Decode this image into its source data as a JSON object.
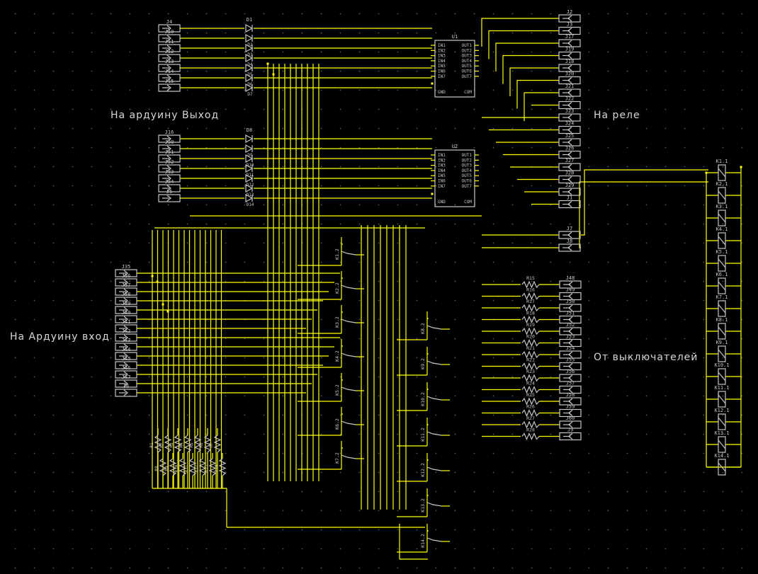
{
  "colors": {
    "wire": "#ffff00",
    "part": "#c8c8c8",
    "background": "#000000",
    "pin": "#ffff00"
  },
  "labels": {
    "arduino_out": "На ардуину Выход",
    "relay": "На реле",
    "arduino_in": "На Ардуину вход",
    "switches": "От выключателей"
  },
  "connectors_out_group1": [
    "J4",
    "J10",
    "J11",
    "J12",
    "J13",
    "J14",
    "J15"
  ],
  "connectors_out_group2": [
    "J16",
    "J30",
    "J31",
    "J32",
    "J33",
    "J34",
    "J5"
  ],
  "diode_arrays": [
    {
      "ref": "D1",
      "parts": [
        "D2",
        "D3",
        "D4",
        "D5",
        "D6",
        "D7"
      ]
    },
    {
      "ref": "D8",
      "parts": [
        "D9",
        "D10",
        "D11",
        "D12",
        "D13",
        "D14"
      ]
    }
  ],
  "drivers": [
    {
      "ref": "U1",
      "inputs": [
        "IN1",
        "IN2",
        "IN3",
        "IN4",
        "IN5",
        "IN6",
        "IN7"
      ],
      "outputs": [
        "OUT1",
        "OUT2",
        "OUT3",
        "OUT4",
        "OUT5",
        "OUT6",
        "OUT7"
      ],
      "gnd": "GND",
      "com": "COM"
    },
    {
      "ref": "U2",
      "inputs": [
        "IN1",
        "IN2",
        "IN3",
        "IN4",
        "IN5",
        "IN6",
        "IN7"
      ],
      "outputs": [
        "OUT1",
        "OUT2",
        "OUT3",
        "OUT4",
        "OUT5",
        "OUT6",
        "OUT7"
      ],
      "gnd": "GND",
      "com": "COM"
    }
  ],
  "relay_connectors": [
    "J2",
    "J3",
    "J17",
    "J19",
    "J18",
    "J20",
    "J21",
    "J22",
    "J23",
    "J24",
    "J25",
    "J26",
    "J27",
    "J28",
    "J29",
    "J1"
  ],
  "power_connectors": [
    "J7",
    "J8"
  ],
  "input_connectors": [
    "J35",
    "J36",
    "J37",
    "J38",
    "J39",
    "J40",
    "J41",
    "J42",
    "J43",
    "J44",
    "J45",
    "J46",
    "J47",
    "J6"
  ],
  "switch_resistors": [
    "R15",
    "R16",
    "R17",
    "R18",
    "R19",
    "R20",
    "R21",
    "R22",
    "R23",
    "R24",
    "R25",
    "R26",
    "R27",
    "R28"
  ],
  "switch_connectors": [
    "J48",
    "J49",
    "J50",
    "J51",
    "J52",
    "J53",
    "J54",
    "J55",
    "J56",
    "J57",
    "J58",
    "J59",
    "J60",
    "J9"
  ],
  "relay_coils": [
    "K1.1",
    "K2.1",
    "K3.1",
    "K4.1",
    "K5.1",
    "K6.1",
    "K7.1",
    "K8.1",
    "K9.1",
    "K10.1",
    "K11.1",
    "K12.1",
    "K13.1",
    "K14.1"
  ],
  "relay_contacts_a": [
    "K1.2",
    "K2.2",
    "K3.2",
    "K4.2",
    "K5.2",
    "K6.2",
    "K7.2"
  ],
  "relay_contacts_b": [
    "K8.2",
    "K9.2",
    "K10.2",
    "K11.2",
    "K12.2",
    "K13.2",
    "K14.2"
  ],
  "pulldown_resistors_row1": [
    "R1",
    "R2",
    "R3",
    "R4",
    "R5",
    "R6",
    "R7"
  ],
  "pulldown_resistors_row2": [
    "R8",
    "R9",
    "R10",
    "R11",
    "R12",
    "R13",
    "R14"
  ]
}
